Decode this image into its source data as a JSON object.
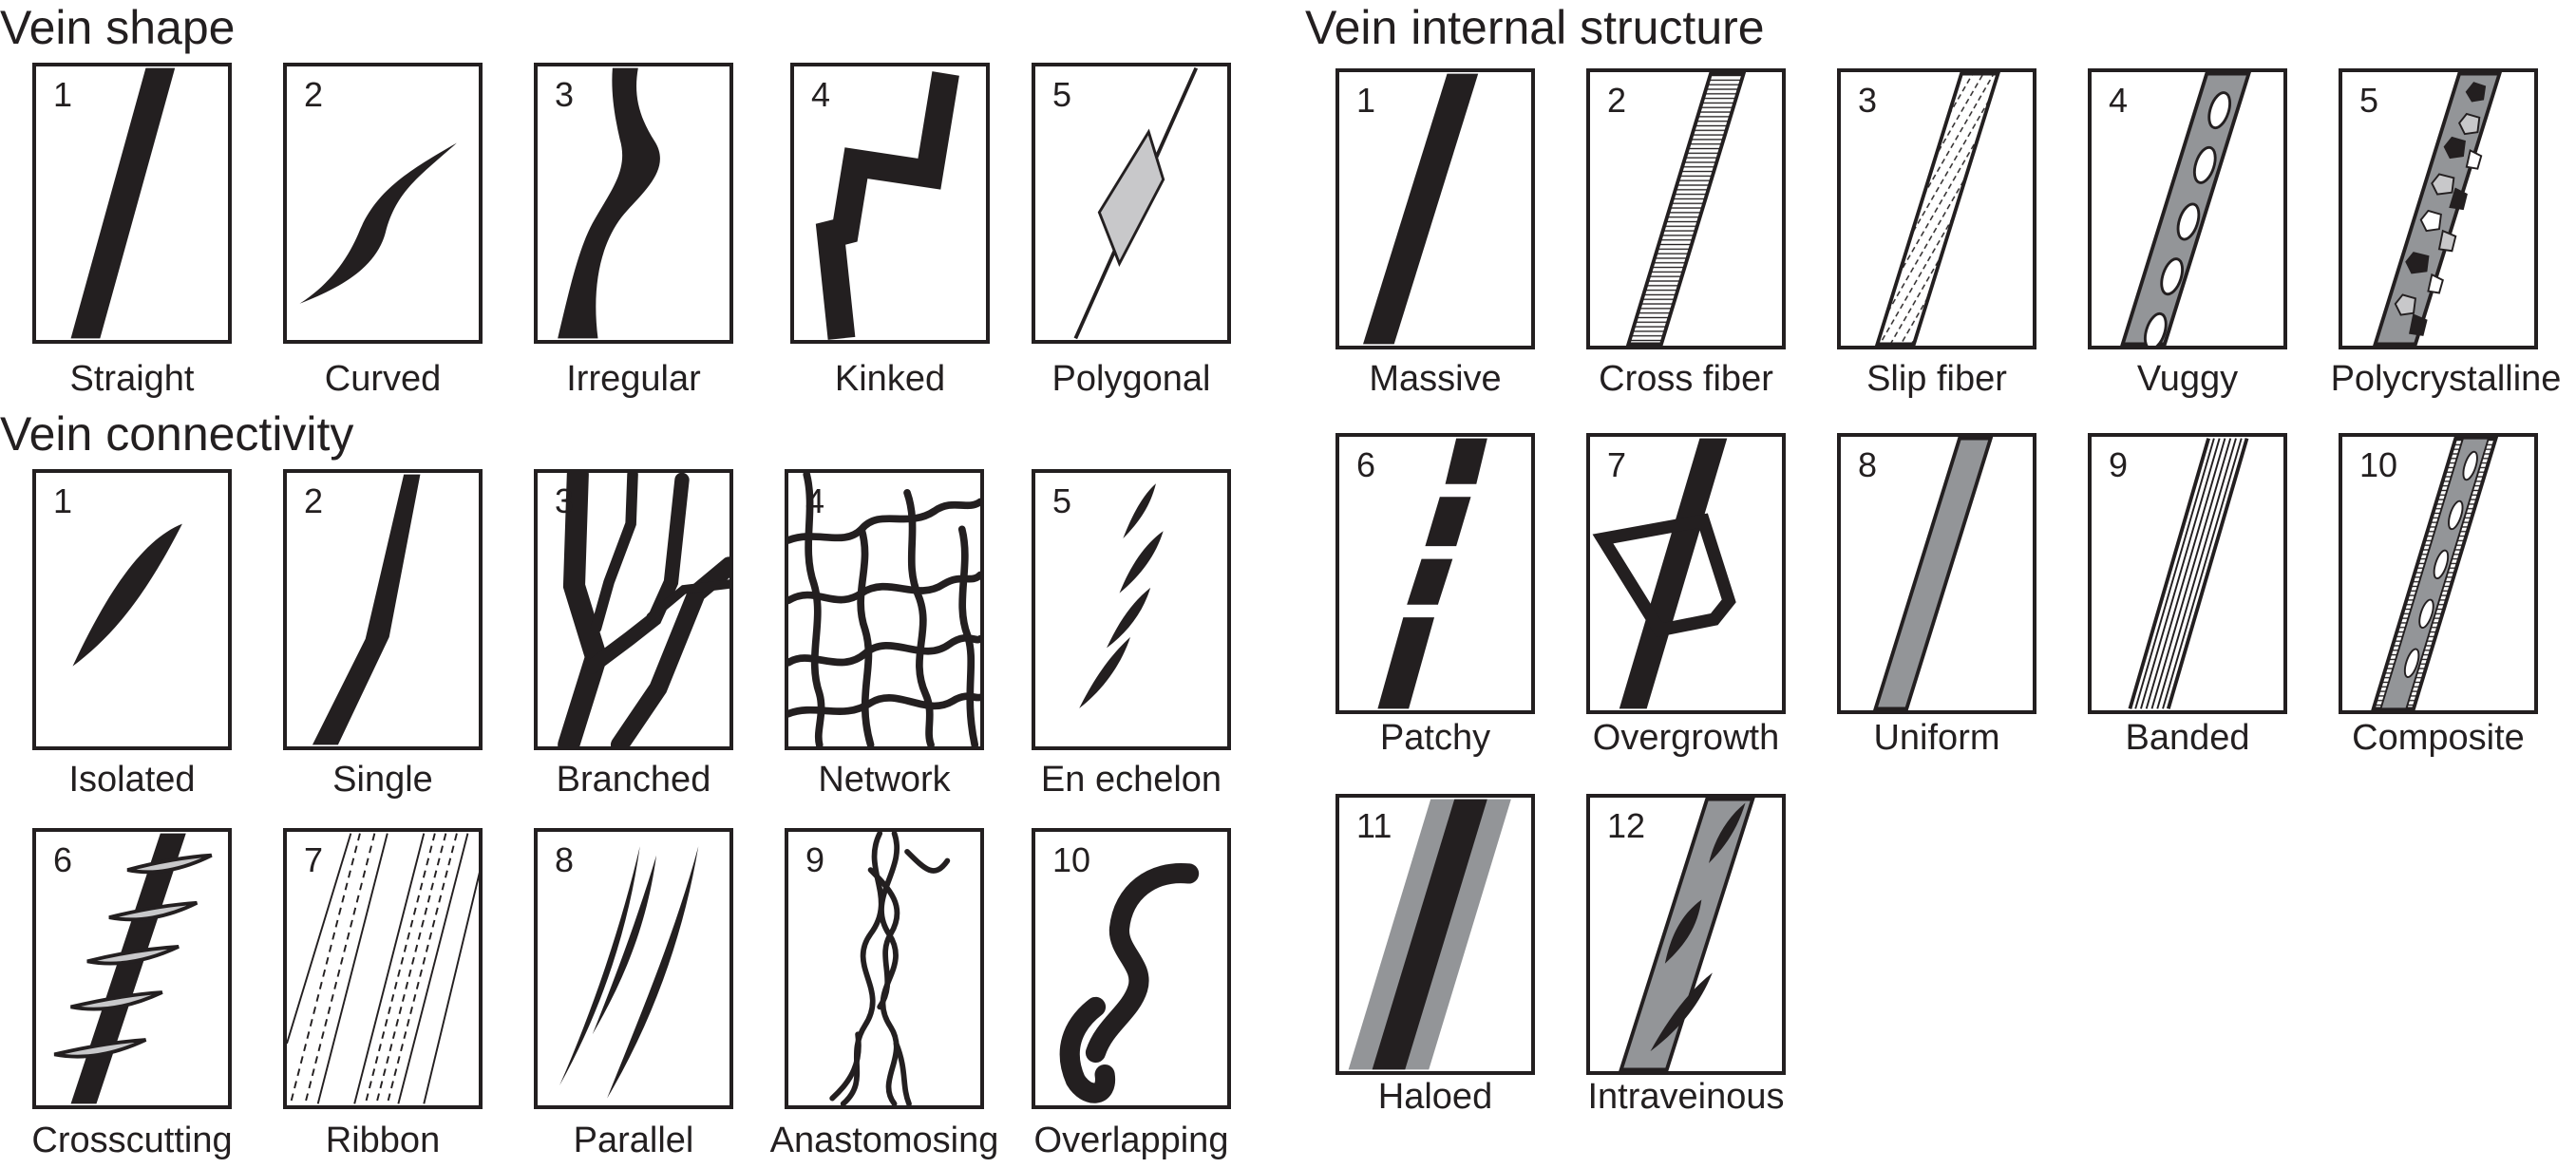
{
  "sections": {
    "shape": {
      "title": "Vein shape",
      "panels": [
        {
          "number": "1",
          "label": "Straight"
        },
        {
          "number": "2",
          "label": "Curved"
        },
        {
          "number": "3",
          "label": "Irregular"
        },
        {
          "number": "4",
          "label": "Kinked"
        },
        {
          "number": "5",
          "label": "Polygonal"
        }
      ]
    },
    "connectivity": {
      "title": "Vein connectivity",
      "panels": [
        {
          "number": "1",
          "label": "Isolated"
        },
        {
          "number": "2",
          "label": "Single"
        },
        {
          "number": "3",
          "label": "Branched"
        },
        {
          "number": "4",
          "label": "Network"
        },
        {
          "number": "5",
          "label": "En echelon"
        },
        {
          "number": "6",
          "label": "Crosscutting"
        },
        {
          "number": "7",
          "label": "Ribbon"
        },
        {
          "number": "8",
          "label": "Parallel"
        },
        {
          "number": "9",
          "label": "Anastomosing"
        },
        {
          "number": "10",
          "label": "Overlapping"
        }
      ]
    },
    "internal": {
      "title": "Vein internal structure",
      "panels": [
        {
          "number": "1",
          "label": "Massive"
        },
        {
          "number": "2",
          "label": "Cross fiber"
        },
        {
          "number": "3",
          "label": "Slip fiber"
        },
        {
          "number": "4",
          "label": "Vuggy"
        },
        {
          "number": "5",
          "label": "Polycrystalline"
        },
        {
          "number": "6",
          "label": "Patchy"
        },
        {
          "number": "7",
          "label": "Overgrowth"
        },
        {
          "number": "8",
          "label": "Uniform"
        },
        {
          "number": "9",
          "label": "Banded"
        },
        {
          "number": "10",
          "label": "Composite"
        },
        {
          "number": "11",
          "label": "Haloed"
        },
        {
          "number": "12",
          "label": "Intraveinous"
        }
      ]
    }
  },
  "colors": {
    "vein": "#231f20",
    "gray": "#939598",
    "light_gray": "#c8c8ca",
    "outline": "#231f20"
  }
}
